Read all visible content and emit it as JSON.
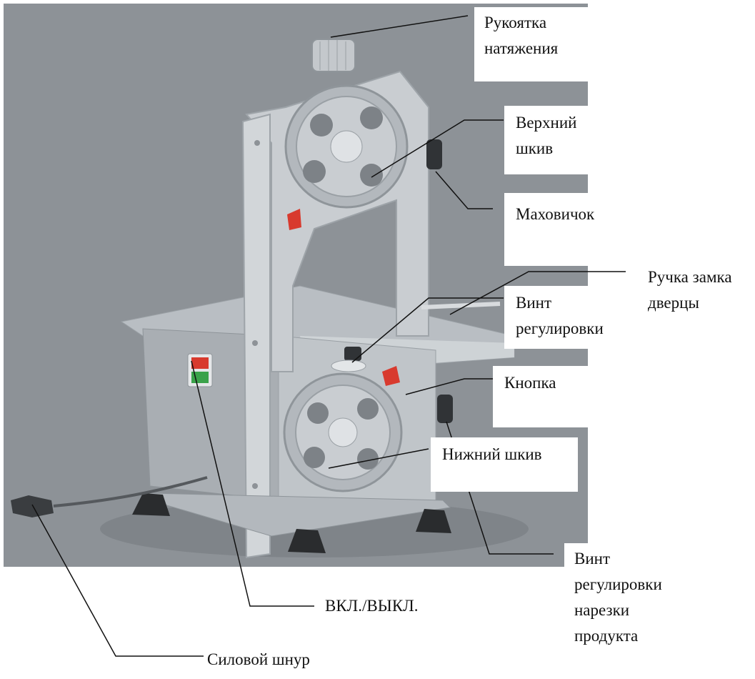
{
  "labels": {
    "tension_knob": [
      "Рукоятка",
      "натяжения"
    ],
    "upper_pulley": [
      "Верхний",
      "шкив"
    ],
    "handwheel": [
      "Маховичок"
    ],
    "door_lock_handle": [
      "Ручка замка",
      "дверцы"
    ],
    "adjust_screw": [
      "Винт",
      "регулировки"
    ],
    "button": [
      "Кнопка"
    ],
    "lower_pulley": [
      "Нижний шкив"
    ],
    "cut_adjust_screw": [
      "Винт",
      "регулировки",
      "нарезки",
      "продукта"
    ],
    "on_off": [
      "ВКЛ./ВЫКЛ."
    ],
    "power_cord": [
      "Силовой шнур"
    ]
  },
  "colors": {
    "background": "#8d9297",
    "machine_body": "#c9cdd1",
    "machine_shadow": "#a9aeb3",
    "feet": "#2a2c2e",
    "accent_red": "#d83a2e",
    "switch_green": "#3aa24a",
    "leader_line": "#111111"
  }
}
